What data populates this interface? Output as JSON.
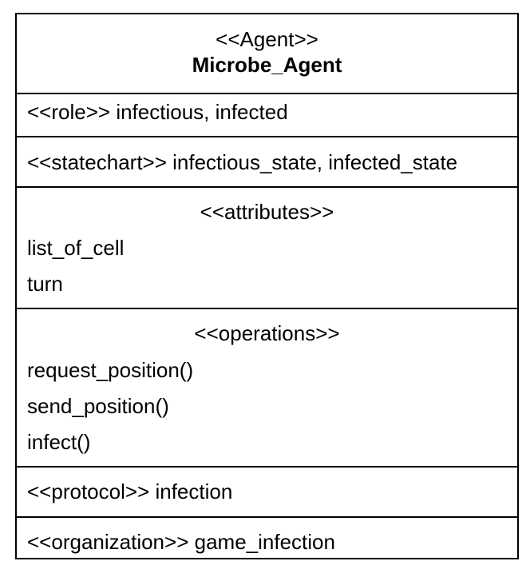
{
  "class": {
    "stereotype": "<<Agent>>",
    "name": "Microbe_Agent"
  },
  "role": "<<role>> infectious, infected",
  "statechart": "<<statechart>> infectious_state, infected_state",
  "attributes": {
    "header": "<<attributes>>",
    "items": [
      "list_of_cell",
      "turn"
    ]
  },
  "operations": {
    "header": "<<operations>>",
    "items": [
      "request_position()",
      "send_position()",
      "infect()"
    ]
  },
  "protocol": "<<protocol>> infection",
  "organization": "<<organization>> game_infection"
}
